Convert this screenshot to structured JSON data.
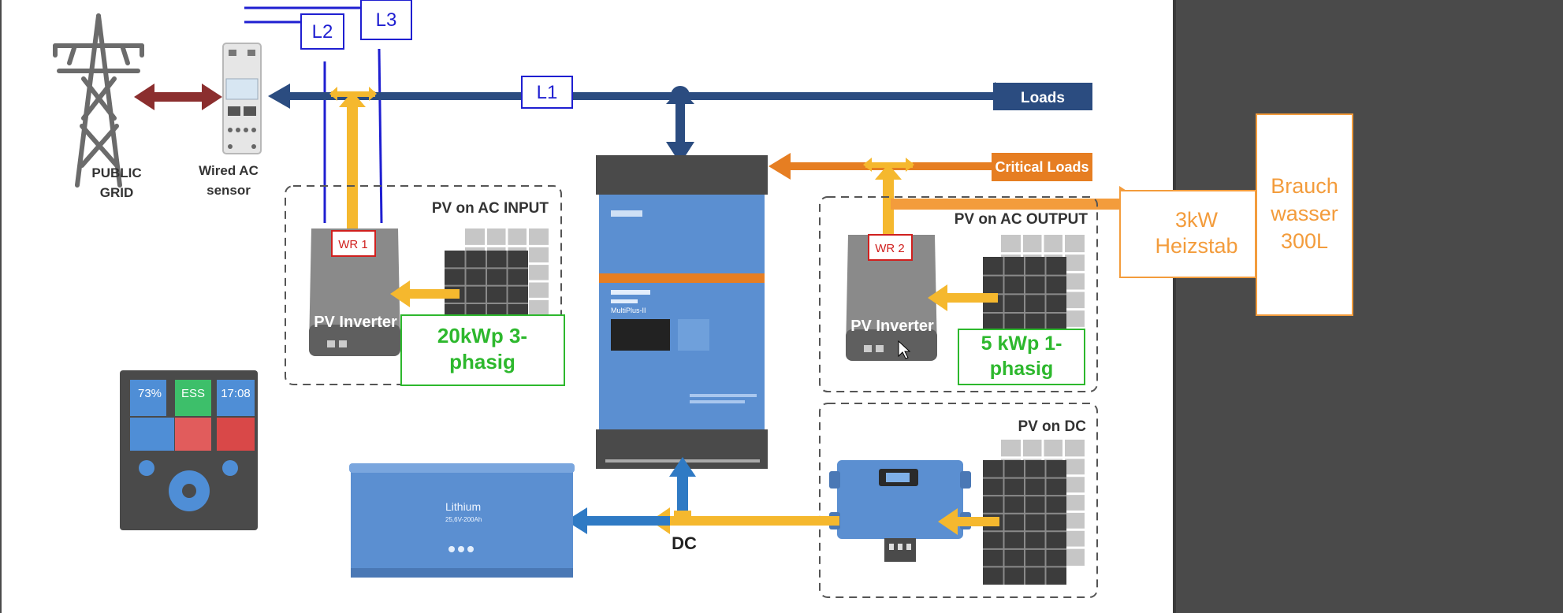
{
  "labels": {
    "public_grid_line1": "PUBLIC",
    "public_grid_line2": "GRID",
    "sensor_line1": "Wired AC",
    "sensor_line2": "sensor",
    "l1": "L1",
    "l2": "L2",
    "l3": "L3",
    "loads": "Loads",
    "critical_loads": "Critical Loads",
    "pv_ac_input": "PV on AC INPUT",
    "pv_ac_output": "PV on AC OUTPUT",
    "pv_dc": "PV on DC",
    "wr1": "WR 1",
    "wr2": "WR 2",
    "pv_inverter_1": "PV Inverter",
    "pv_inverter_2": "PV Inverter",
    "pv1_note_line1": "20kWp 3-",
    "pv1_note_line2": "phasig",
    "pv2_note_line1": "5 kWp 1-",
    "pv2_note_line2": "phasig",
    "heater_line1": "3kW",
    "heater_line2": "Heizstab",
    "tank_line1": "Brauch",
    "tank_line2": "wasser",
    "tank_line3": "300L",
    "dc": "DC"
  },
  "device_text": {
    "multiplus_name": "MultiPlus-II",
    "battery_line1": "Lithium",
    "battery_line2": "25,6V-200Ah",
    "gx_soc": "73%",
    "gx_mode": "ESS",
    "gx_time": "17:08"
  },
  "colors": {
    "ac_bus": "#2b4c80",
    "grid_arrow": "#8b2e2e",
    "pv_flow": "#f5b82e",
    "critical": "#e67e22",
    "heater": "#f39c3c",
    "phase_box": "#1f1fd1",
    "note_green": "#2db82d",
    "wr_red": "#d0201e",
    "victron_blue": "#5b8fd1"
  }
}
